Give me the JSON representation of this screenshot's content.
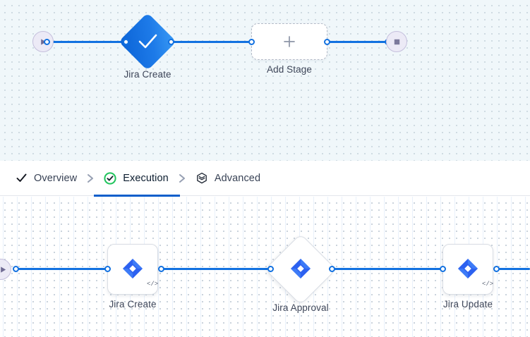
{
  "top_pipeline": {
    "name": "pipeline-editor-canvas",
    "start_icon": "play-icon",
    "end_icon": "stop-icon",
    "nodes": [
      {
        "id": "jira-create",
        "label": "Jira Create",
        "shape": "diamond",
        "state": "completed",
        "icon": "check-icon",
        "color": "#1d7ae8"
      },
      {
        "id": "add-stage",
        "label": "Add Stage",
        "shape": "dashed-rounded-rect",
        "icon": "plus-icon"
      }
    ]
  },
  "tabs": {
    "items": [
      {
        "id": "overview",
        "label": "Overview",
        "icon": "check-icon",
        "active": false
      },
      {
        "id": "execution",
        "label": "Execution",
        "icon": "check-circle-icon",
        "active": true
      },
      {
        "id": "advanced",
        "label": "Advanced",
        "icon": "layers-hexagon-icon",
        "active": false
      }
    ],
    "separator_icon": "chevron-right-icon",
    "active_underline_color": "#0c5ecb",
    "active_icon_color": "#21c45d"
  },
  "execution_graph": {
    "name": "execution-graph-canvas",
    "start_icon": "play-icon",
    "nodes": [
      {
        "id": "jira-create",
        "label": "Jira Create",
        "shape": "rounded-square",
        "icon": "jira-icon",
        "badge": "</>"
      },
      {
        "id": "jira-approval",
        "label": "Jira Approval",
        "shape": "diamond",
        "icon": "jira-icon",
        "badge": ""
      },
      {
        "id": "jira-update",
        "label": "Jira Update",
        "shape": "rounded-square",
        "icon": "jira-icon",
        "badge": "</>"
      }
    ]
  },
  "colors": {
    "edge": "#1271e0",
    "jira_blue": "#2c61f0",
    "label_text": "#3e4659",
    "canvas_top_bg": "#f0f7fa",
    "canvas_bottom_bg": "#ffffff"
  }
}
